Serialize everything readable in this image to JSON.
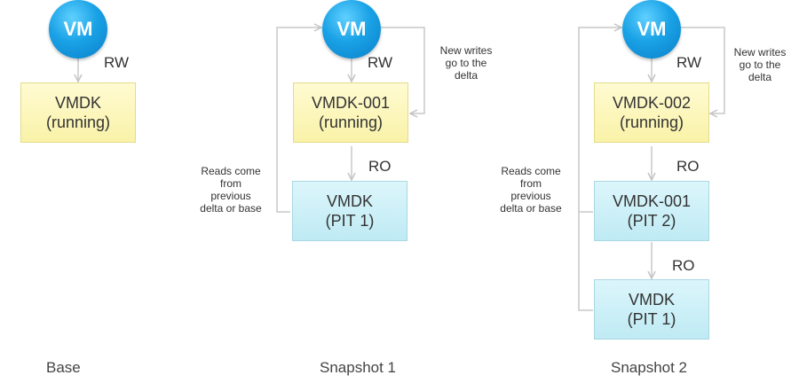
{
  "base": {
    "vm": "VM",
    "rw": "RW",
    "disk": {
      "name": "VMDK",
      "state": "(running)"
    },
    "caption": "Base"
  },
  "snapshot1": {
    "vm": "VM",
    "rw": "RW",
    "ro": "RO",
    "writes_note": [
      "New writes",
      "go to the",
      "delta"
    ],
    "reads_note": [
      "Reads come",
      "from",
      "previous",
      "delta or base"
    ],
    "delta": {
      "name": "VMDK-001",
      "state": "(running)"
    },
    "pit": {
      "name": "VMDK",
      "state": "(PIT 1)"
    },
    "caption": "Snapshot 1"
  },
  "snapshot2": {
    "vm": "VM",
    "rw": "RW",
    "ro1": "RO",
    "ro2": "RO",
    "writes_note": [
      "New writes",
      "go to the",
      "delta"
    ],
    "reads_note": [
      "Reads come",
      "from",
      "previous",
      "delta or base"
    ],
    "delta": {
      "name": "VMDK-002",
      "state": "(running)"
    },
    "pit2": {
      "name": "VMDK-001",
      "state": "(PIT 2)"
    },
    "pit1": {
      "name": "VMDK",
      "state": "(PIT 1)"
    },
    "caption": "Snapshot 2"
  },
  "colors": {
    "vm": "#1aa2e6",
    "running_box": "#fbf4b0",
    "pit_box": "#c8eef6",
    "connector": "#c8c8c8"
  }
}
